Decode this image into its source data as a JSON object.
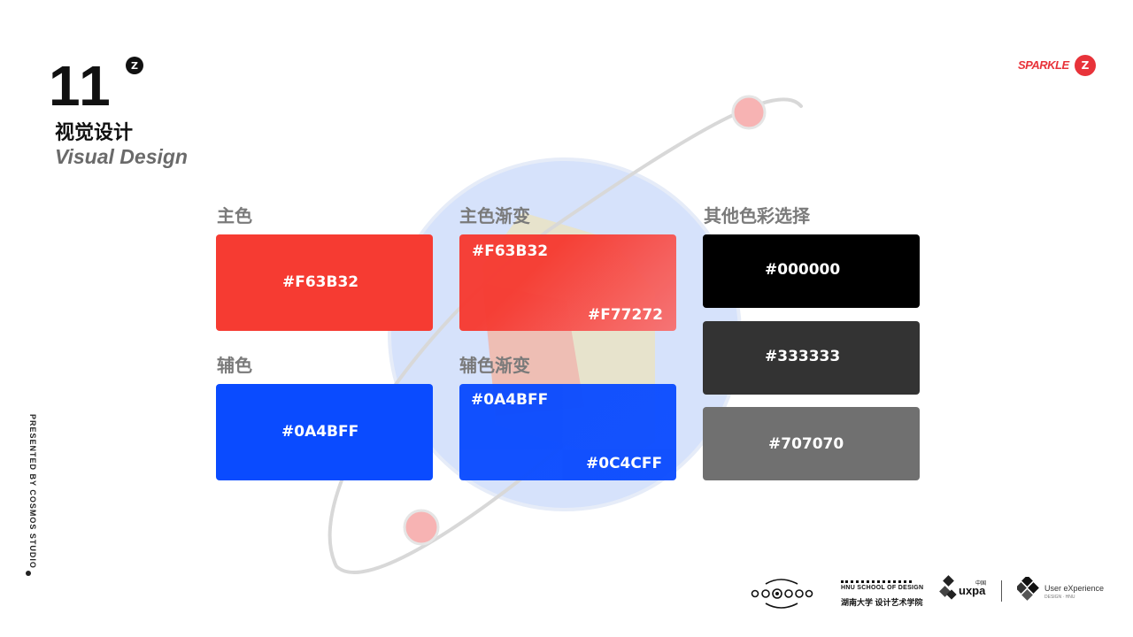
{
  "header": {
    "section_number": "11",
    "badge_glyph": "Z",
    "title_cn": "视觉设计",
    "title_en": "Visual Design"
  },
  "brand": {
    "name": "SPARKLE",
    "badge_glyph": "Z",
    "color": "#e8333a"
  },
  "palette": {
    "primary": {
      "label": "主色",
      "hex": "#F63B32",
      "color": "#F63B32"
    },
    "primary_gradient": {
      "label": "主色渐变",
      "from": "#F63B32",
      "to": "#F77272"
    },
    "secondary": {
      "label": "辅色",
      "hex": "#0A4BFF",
      "color": "#0A4BFF"
    },
    "secondary_gradient": {
      "label": "辅色渐变",
      "from": "#0A4BFF",
      "to": "#0C4CFF"
    },
    "other": {
      "label": "其他色彩选择",
      "swatches": [
        {
          "hex": "#000000",
          "color": "#000000"
        },
        {
          "hex": "#333333",
          "color": "#333333"
        },
        {
          "hex": "#707070",
          "color": "#707070"
        }
      ]
    }
  },
  "credit": "PRESENTED   BY   COSMOS STUDIO",
  "footer": {
    "logo2_line1": "HNU SCHOOL OF DESIGN",
    "logo2_line2": "湖南大学 设计艺术学院",
    "logo3_text": "uxpa",
    "logo3_small": "中国",
    "logo4_line1": "User eXperience",
    "logo4_line2": "DESIGN · HNU"
  }
}
